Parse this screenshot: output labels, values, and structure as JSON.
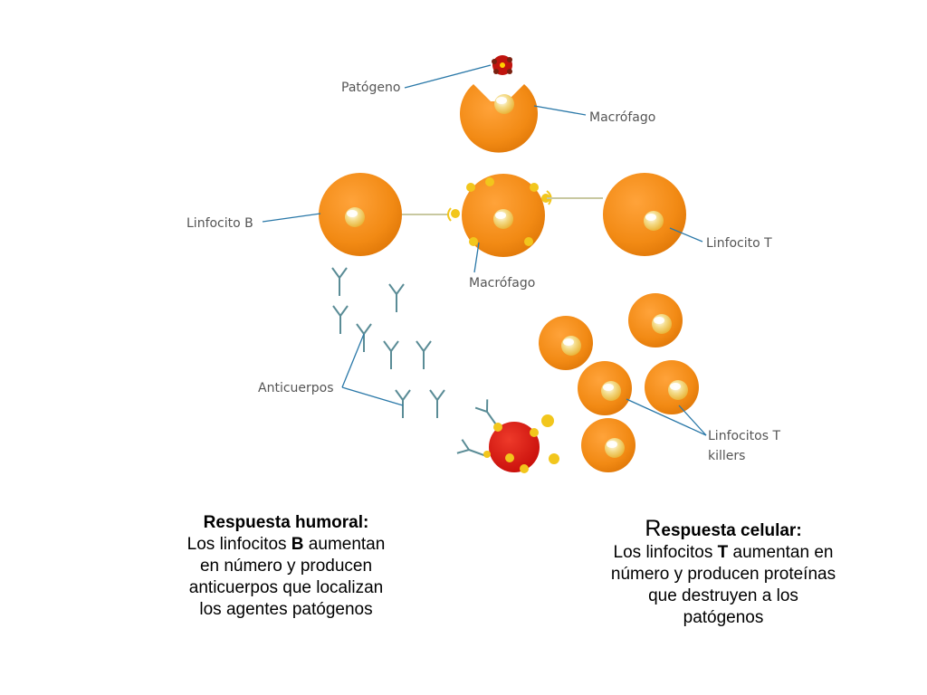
{
  "labels": {
    "pathogen": "Patógeno",
    "macrophage_top": "Macrófago",
    "b_cell": "Linfocito B",
    "macrophage_mid": "Macrófago",
    "t_cell": "Linfocito T",
    "antibodies": "Anticuerpos",
    "killers_line1": "Linfocitos T",
    "killers_line2": "killers"
  },
  "humoral": {
    "title": "Respuesta humoral:",
    "line1_pre": "Los linfocitos ",
    "line1_bold": "B",
    "line1_post": " aumentan",
    "line2": "en número y producen",
    "line3": "anticuerpos que localizan",
    "line4": "los agentes patógenos"
  },
  "celular": {
    "title_initial": "R",
    "title_rest": "espuesta celular:",
    "line1_pre": "Los linfocitos ",
    "line1_bold": "T",
    "line1_post": " aumentan en",
    "line2": "número y producen proteínas",
    "line3": "que destruyen a los",
    "line4": "patógenos"
  },
  "colors": {
    "cell": "#f28a14",
    "nucleus": "#f3c64a",
    "pathogen": "#dc1a12",
    "particle": "#f2c61c",
    "antibody": "#5a8c96",
    "leader": "#2a78a8"
  }
}
